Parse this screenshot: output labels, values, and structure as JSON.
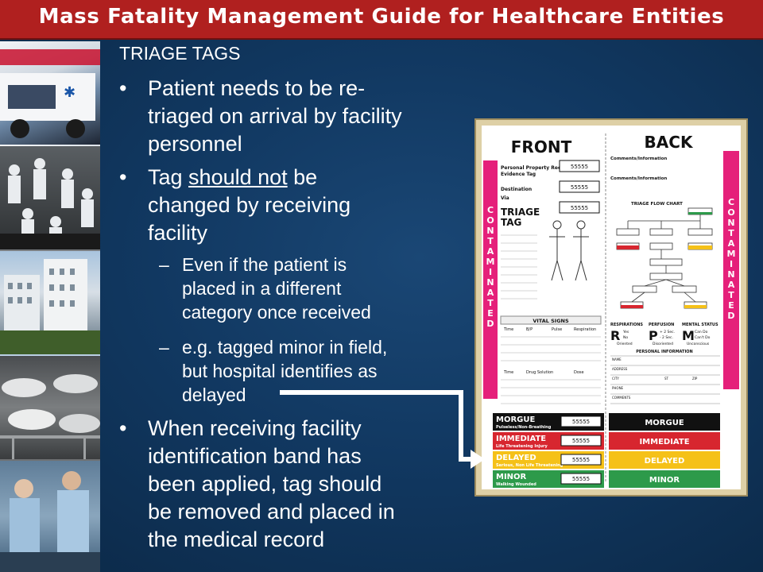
{
  "title": "Mass Fatality Management Guide for Healthcare Entities",
  "heading": "TRIAGE TAGS",
  "bullets": [
    {
      "lines": [
        "Patient needs to be re-",
        "triaged on arrival by facility",
        "personnel"
      ]
    },
    {
      "pre": "Tag ",
      "emph": "should not",
      "post": " be",
      "lines": [
        "changed by receiving",
        "facility"
      ]
    },
    {
      "lines": [
        "When receiving facility",
        "identification band has",
        "been applied, tag should",
        "be removed and placed in",
        "the medical record"
      ]
    }
  ],
  "subbullets": [
    {
      "lines": [
        "Even if the patient is",
        "placed in a different",
        "category once received"
      ]
    },
    {
      "lines": [
        "e.g. tagged minor in field,",
        "but hospital identifies as",
        "delayed"
      ]
    }
  ],
  "triage_tag": {
    "front_label": "FRONT",
    "back_label": "BACK",
    "side_word": "CONTAMINATED",
    "number": "55555",
    "tag_title": "TRIAGE",
    "tag_title2": "TAG",
    "flow_chart": "TRIAGE FLOW CHART",
    "vital_signs": "VITAL SIGNS",
    "personal_info": "PERSONAL INFORMATION",
    "front_fields": [
      "Personal Property Receipt/",
      "Evidence Tag",
      "Destination",
      "Via"
    ],
    "vs_cols": [
      "Time",
      "B/P",
      "Pulse",
      "Respiration"
    ],
    "drug_cols": [
      "Time",
      "Drug Solution",
      "Dose"
    ],
    "back_fields": [
      "Comments/Information",
      "Comments/Information"
    ],
    "resp": "RESPIRATIONS",
    "perf": "PERFUSION",
    "ment": "MENTAL STATUS",
    "r": "R",
    "p": "P",
    "m": "M",
    "resp_opts": [
      "Yes",
      "No",
      "Oriented"
    ],
    "perf_opts": [
      "+ 2 Sec.",
      "- 2 Sec.",
      "Disoriented"
    ],
    "ment_opts": [
      "Can Do",
      "Can't Do",
      "Unconscious"
    ],
    "info_fields": [
      "NAME",
      "ADDRESS",
      "CITY",
      "ST",
      "ZIP",
      "PHONE",
      "COMMENTS"
    ],
    "categories": [
      {
        "label": "MORGUE",
        "sub": "Pulseless/Non-Breathing",
        "color": "#111111"
      },
      {
        "label": "IMMEDIATE",
        "sub": "Life Threatening Injury",
        "color": "#d7262f"
      },
      {
        "label": "DELAYED",
        "sub": "Serious, Non Life Threatening",
        "color": "#f5c118"
      },
      {
        "label": "MINOR",
        "sub": "Walking Wounded",
        "color": "#2d9a4a"
      }
    ]
  },
  "colors": {
    "title_bar": "#b0201f",
    "background": "#113861",
    "contaminated": "#e5207a"
  }
}
